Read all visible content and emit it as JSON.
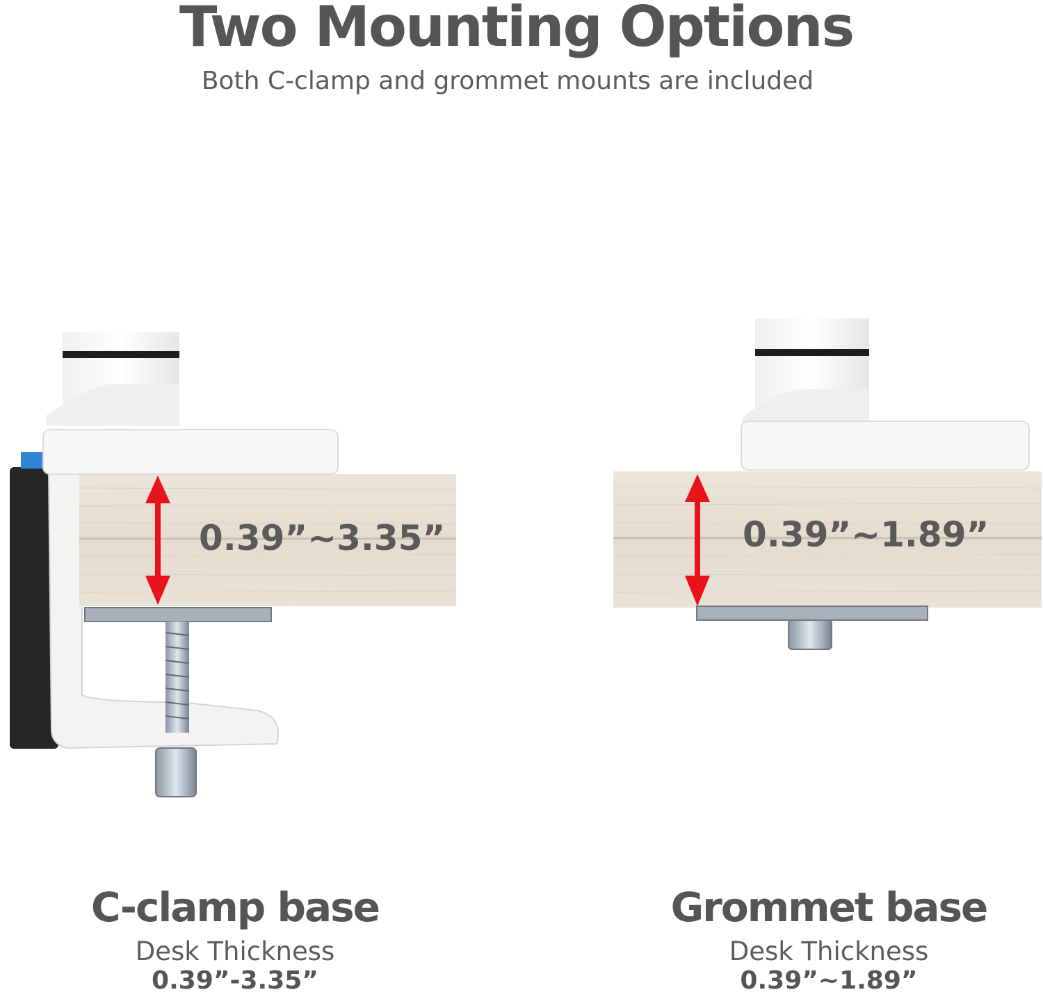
{
  "header": {
    "title": "Two Mounting Options",
    "subtitle": "Both C-clamp and grommet mounts are included"
  },
  "cclamp": {
    "dimension_label": "0.39”~3.35”",
    "caption_title": "C-clamp base",
    "caption_sub": "Desk Thickness",
    "caption_value": "0.39”-3.35”"
  },
  "grommet": {
    "dimension_label": "0.39”~1.89”",
    "caption_title": "Grommet base",
    "caption_sub": "Desk Thickness",
    "caption_value": "0.39”~1.89”"
  },
  "colors": {
    "arrow": "#e8121a",
    "wood": "#e6ddd0",
    "text": "#555555"
  }
}
